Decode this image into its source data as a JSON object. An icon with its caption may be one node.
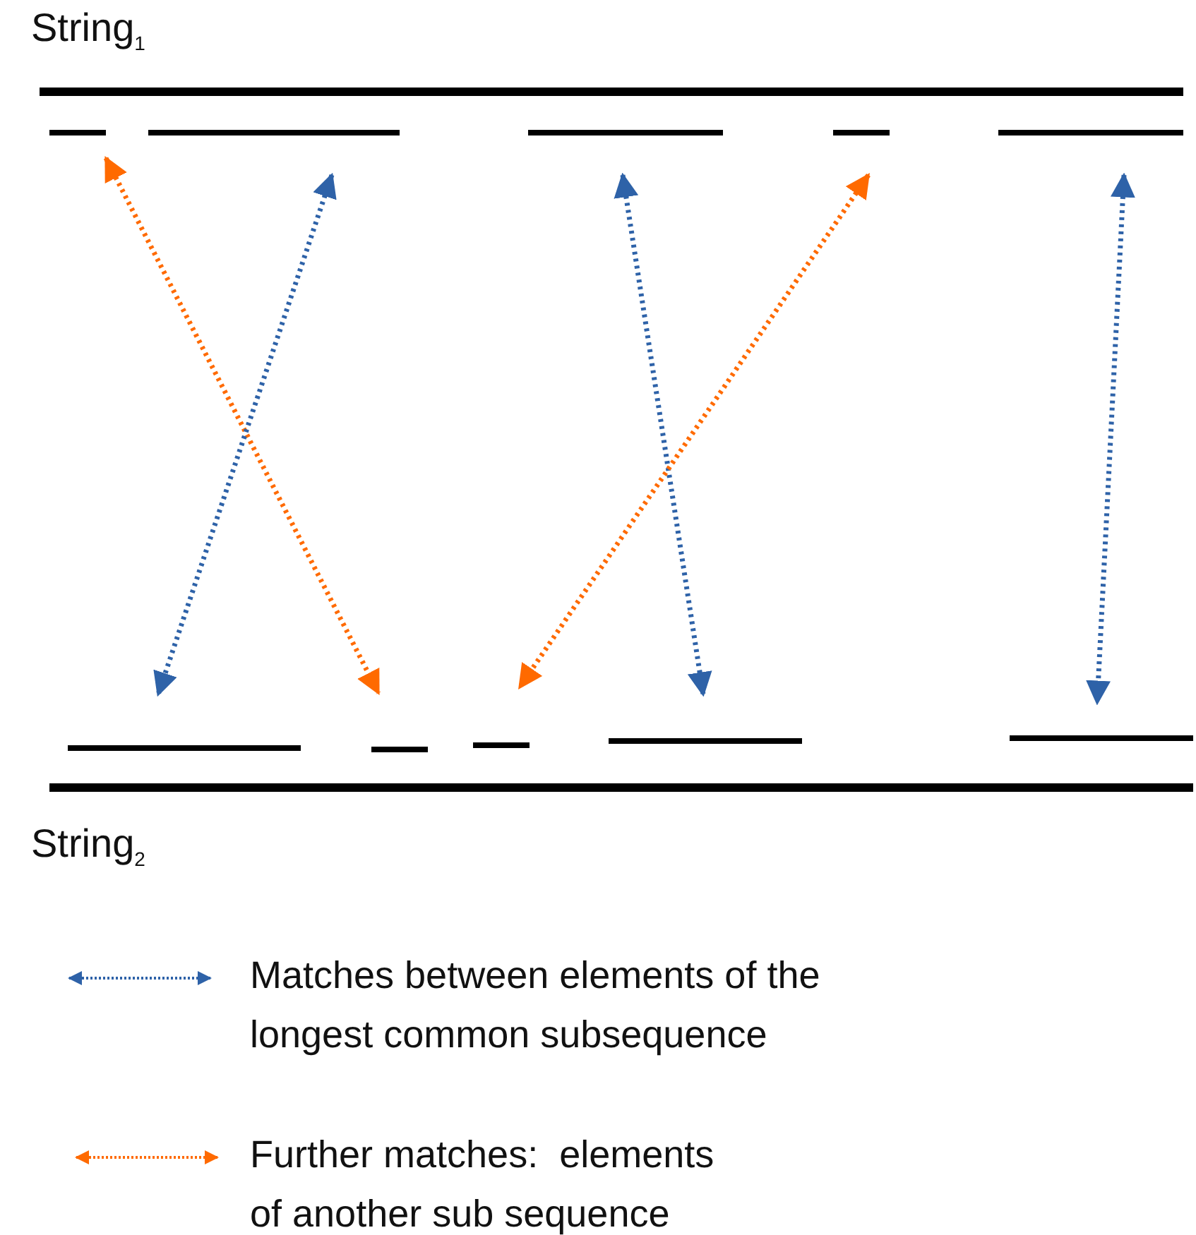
{
  "diagram": {
    "nodes": [
      {
        "text": [],
        "shape": "bar"
      },
      {
        "text": [],
        "shape": "bar"
      },
      {
        "text": [],
        "shape": "bar"
      },
      {
        "text": [],
        "shape": "bar"
      },
      {
        "text": [],
        "shape": "bar"
      },
      {
        "text": [],
        "shape": "bar"
      },
      {
        "text": [],
        "shape": "bar"
      },
      {
        "text": [],
        "shape": "bar"
      },
      {
        "text": [],
        "shape": "bar"
      },
      {
        "text": [],
        "shape": "bar"
      }
    ],
    "edges": [
      {
        "from": 0,
        "to": 6,
        "arrow": "both",
        "color": "#ff6a00"
      },
      {
        "from": 1,
        "to": 5,
        "arrow": "both"
      },
      {
        "from": 2,
        "to": 8,
        "arrow": "both"
      },
      {
        "from": 3,
        "to": 7,
        "arrow": "both",
        "color": "#ff6a00"
      },
      {
        "from": 4,
        "to": 9,
        "arrow": "both"
      }
    ],
    "labels": [
      "String$_{1}$",
      "String$_{2}$"
    ],
    "legend": [
      {
        "text": "Matches between elements of the longest common subsequence"
      },
      {
        "text": "Further matches:  elements of another sub sequence"
      }
    ]
  }
}
